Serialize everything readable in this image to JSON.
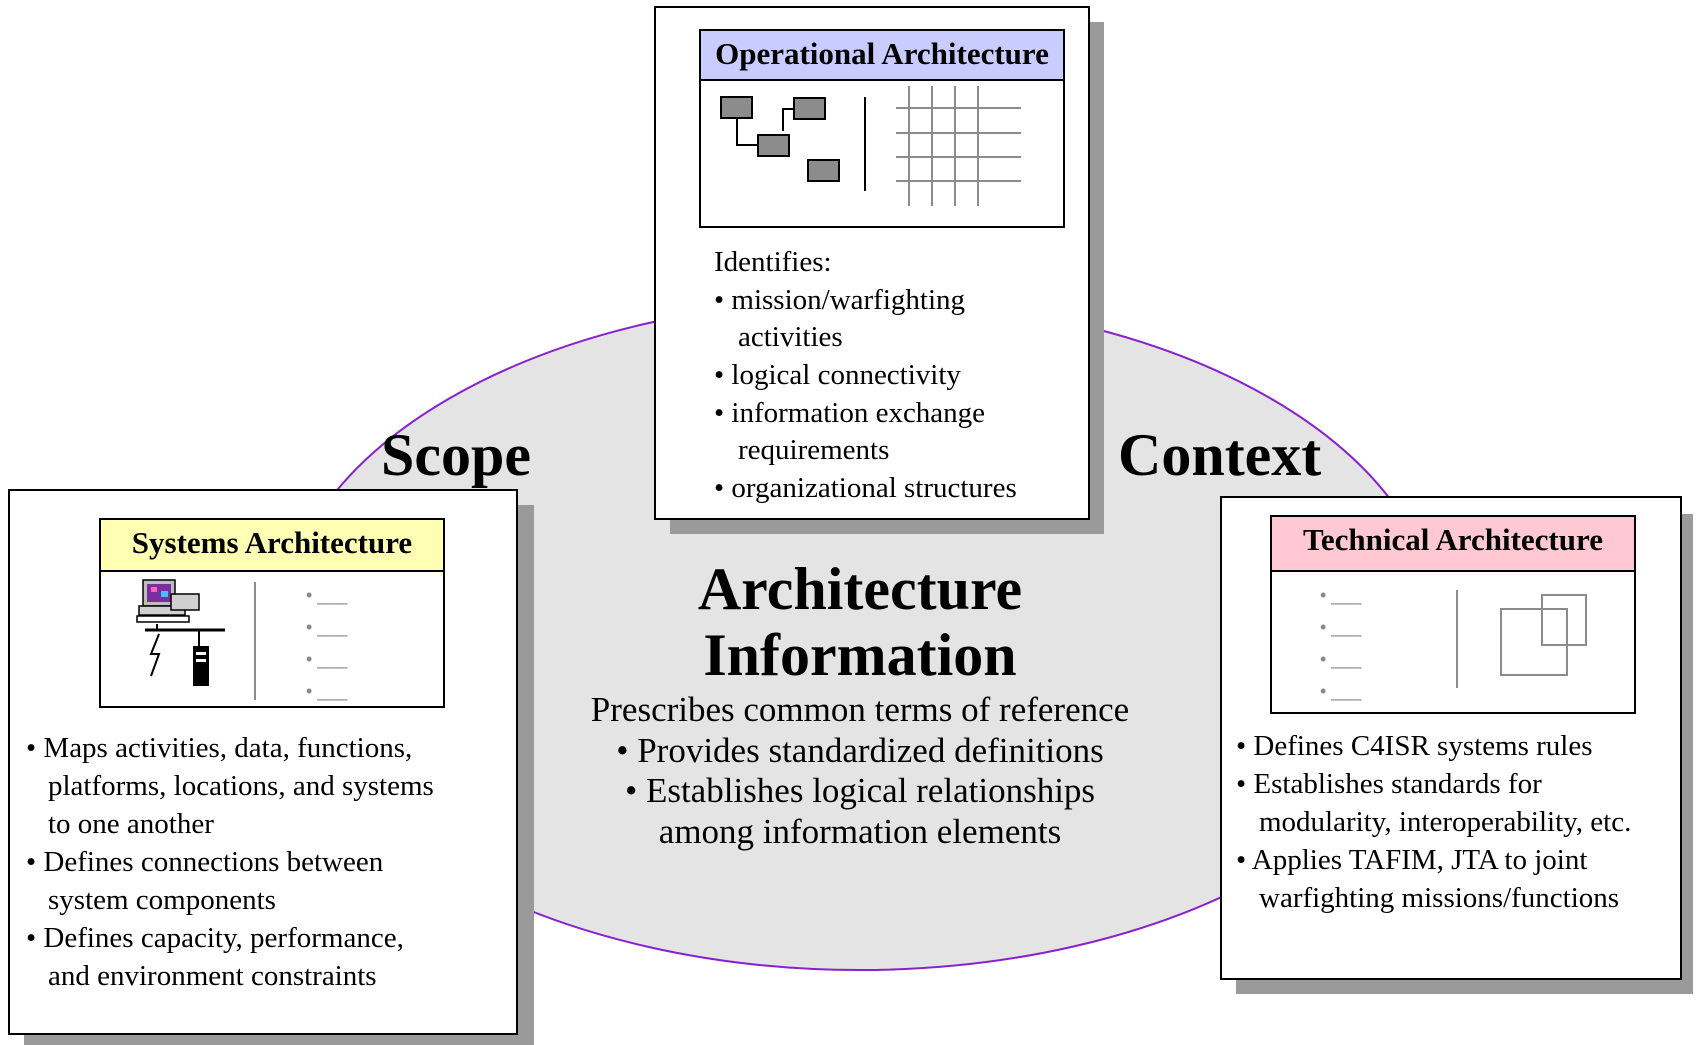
{
  "scope_label": "Scope",
  "context_label": "Context",
  "center": {
    "title_line1": "Architecture",
    "title_line2": "Information",
    "lines": [
      "Prescribes common terms of reference",
      "• Provides standardized definitions",
      "• Establishes logical relationships",
      "among information elements"
    ]
  },
  "operational": {
    "header": "Operational Architecture",
    "intro": "Identifies:",
    "lines": [
      "• mission/warfighting",
      "activities",
      "• logical connectivity",
      "• information exchange",
      "requirements",
      "• organizational structures"
    ]
  },
  "systems": {
    "header": "Systems Architecture",
    "lines": [
      "•  Maps activities, data, functions,",
      "platforms, locations, and systems",
      "to one another",
      "•  Defines connections between",
      "system components",
      "•  Defines capacity, performance,",
      "and environment constraints"
    ]
  },
  "technical": {
    "header": "Technical Architecture",
    "lines": [
      "•  Defines C4ISR systems rules",
      "•  Establishes standards for",
      "modularity, interoperability, etc.",
      "•  Applies TAFIM, JTA to joint",
      "warfighting missions/functions"
    ]
  },
  "placeholder_bullet": "•  ___",
  "colors": {
    "ellipse_fill": "#e4e4e4",
    "ellipse_stroke": "#8a1fd0",
    "operational_header": "#c8ccff",
    "systems_header": "#ffffb4",
    "technical_header": "#ffc8d2",
    "shadow": "#9a9a9a"
  }
}
